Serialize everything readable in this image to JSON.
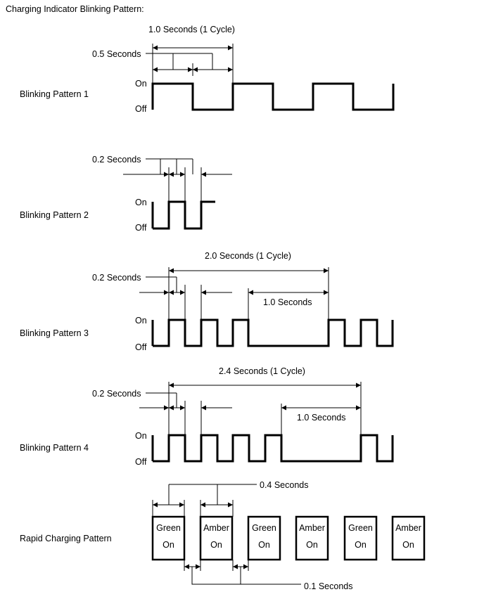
{
  "title": "Charging Indicator Blinking Pattern:",
  "state_labels": {
    "on": "On",
    "off": "Off"
  },
  "patterns": [
    {
      "name": "Blinking Pattern 1",
      "cycle_label": "1.0 Seconds (1 Cycle)",
      "interval_label": "0.5 Seconds"
    },
    {
      "name": "Blinking Pattern 2",
      "interval_label": "0.2 Seconds"
    },
    {
      "name": "Blinking Pattern 3",
      "cycle_label": "2.0 Seconds (1 Cycle)",
      "interval_label": "0.2 Seconds",
      "pause_label": "1.0 Seconds"
    },
    {
      "name": "Blinking Pattern 4",
      "cycle_label": "2.4 Seconds (1 Cycle)",
      "interval_label": "0.2 Seconds",
      "pause_label": "1.0 Seconds"
    }
  ],
  "rapid": {
    "name": "Rapid Charging Pattern",
    "interval_label": "0.4 Seconds",
    "gap_label": "0.1 Seconds",
    "boxes": [
      {
        "color": "Green",
        "state": "On"
      },
      {
        "color": "Amber",
        "state": "On"
      },
      {
        "color": "Green",
        "state": "On"
      },
      {
        "color": "Amber",
        "state": "On"
      },
      {
        "color": "Green",
        "state": "On"
      },
      {
        "color": "Amber",
        "state": "On"
      }
    ]
  }
}
